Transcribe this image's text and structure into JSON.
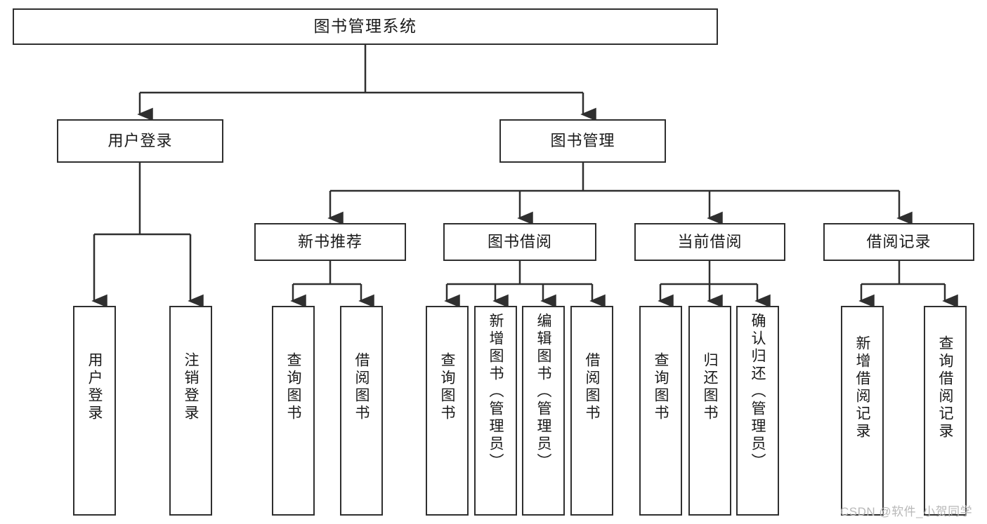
{
  "diagram": {
    "title": "图书管理系统",
    "type": "tree-hierarchy",
    "stroke_color": "#2f2f2f",
    "background": "#ffffff",
    "nodes": {
      "root": {
        "label": "图书管理系统"
      },
      "level2": [
        {
          "label": "用户登录"
        },
        {
          "label": "图书管理"
        }
      ],
      "level3": [
        {
          "label": "新书推荐"
        },
        {
          "label": "图书借阅"
        },
        {
          "label": "当前借阅"
        },
        {
          "label": "借阅记录"
        }
      ],
      "leaves": {
        "user_login": [
          {
            "label": "用户登录"
          },
          {
            "label": "注销登录"
          }
        ],
        "new_book": [
          {
            "label": "查询图书"
          },
          {
            "label": "借阅图书"
          }
        ],
        "book_borrow": [
          {
            "label": "查询图书"
          },
          {
            "label": "新增图书（管理员）"
          },
          {
            "label": "编辑图书（管理员）"
          },
          {
            "label": "借阅图书"
          }
        ],
        "current_borrow": [
          {
            "label": "查询图书"
          },
          {
            "label": "归还图书"
          },
          {
            "label": "确认归还（管理员）"
          }
        ],
        "borrow_record": [
          {
            "label": "新增借阅记录"
          },
          {
            "label": "查询借阅记录"
          }
        ]
      }
    },
    "watermark": "CSDN @软件_小贺同学"
  }
}
